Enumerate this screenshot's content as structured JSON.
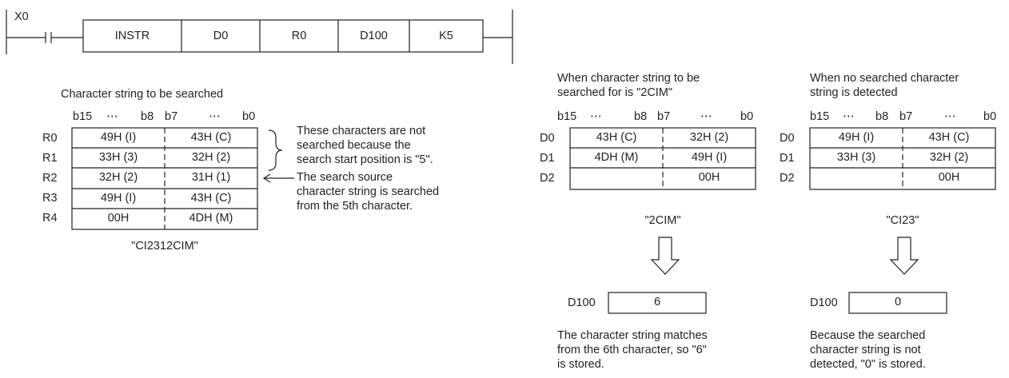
{
  "ladder": {
    "contact": "X0",
    "instruction": [
      "INSTR",
      "D0",
      "R0",
      "D100",
      "K5"
    ]
  },
  "source": {
    "caption": "Character string to be searched",
    "bits": {
      "b15": "b15",
      "dots1": "⋯",
      "b8": "b8",
      "b7": "b7",
      "dots2": "⋯",
      "b0": "b0"
    },
    "rows": [
      {
        "reg": "R0",
        "hi": "49H (I)",
        "lo": "43H (C)"
      },
      {
        "reg": "R1",
        "hi": "33H (3)",
        "lo": "32H (2)"
      },
      {
        "reg": "R2",
        "hi": "32H (2)",
        "lo": "31H (1)"
      },
      {
        "reg": "R3",
        "hi": "49H (I)",
        "lo": "43H (C)"
      },
      {
        "reg": "R4",
        "hi": "00H",
        "lo": "4DH (M)"
      }
    ],
    "string": "\"CI2312CIM\"",
    "note_skip": [
      "These characters are not",
      "searched because the",
      "search start position is \"5\"."
    ],
    "note_start": [
      "The search source",
      "character string is searched",
      "from the 5th character."
    ]
  },
  "found": {
    "caption": [
      "When character string to be",
      "searched for is \"2CIM\""
    ],
    "bits": {
      "b15": "b15",
      "dots1": "⋯",
      "b8": "b8",
      "b7": "b7",
      "dots2": "⋯",
      "b0": "b0"
    },
    "rows": [
      {
        "reg": "D0",
        "hi": "43H (C)",
        "lo": "32H (2)"
      },
      {
        "reg": "D1",
        "hi": "4DH (M)",
        "lo": "49H (I)"
      },
      {
        "reg": "D2",
        "hi": "",
        "lo": "00H"
      }
    ],
    "string": "\"2CIM\"",
    "result_reg": "D100",
    "result_value": "6",
    "note": [
      "The character string matches",
      "from the 6th character, so \"6\"",
      "is stored."
    ]
  },
  "notfound": {
    "caption": [
      "When no searched character",
      "string is detected"
    ],
    "bits": {
      "b15": "b15",
      "dots1": "⋯",
      "b8": "b8",
      "b7": "b7",
      "dots2": "⋯",
      "b0": "b0"
    },
    "rows": [
      {
        "reg": "D0",
        "hi": "49H (I)",
        "lo": "43H (C)"
      },
      {
        "reg": "D1",
        "hi": "33H (3)",
        "lo": "32H (2)"
      },
      {
        "reg": "D2",
        "hi": "",
        "lo": "00H"
      }
    ],
    "string": "\"CI23\"",
    "result_reg": "D100",
    "result_value": "0",
    "note": [
      "Because the searched",
      "character string is not",
      "detected, \"0\" is stored."
    ]
  }
}
